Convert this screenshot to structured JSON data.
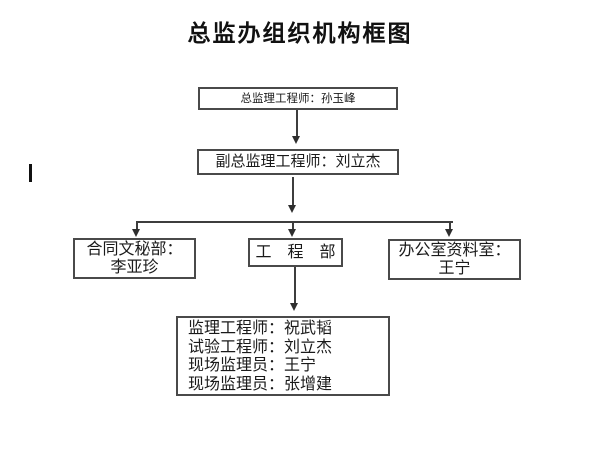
{
  "page": {
    "title": "总监办组织机构框图"
  },
  "nodes": {
    "chief": {
      "label": "总监理工程师：孙玉峰"
    },
    "deputy": {
      "label": "副总监理工程师：刘立杰"
    },
    "contract": {
      "dept": "合同文秘部：",
      "person": "李亚珍"
    },
    "engineering": {
      "label": "工　程　部"
    },
    "office": {
      "dept": "办公室资料室：",
      "person": "王宁"
    },
    "staff": {
      "lines": [
        "监理工程师：祝武韬",
        "试验工程师：刘立杰",
        "现场监理员：王宁",
        "现场监理员：张增建"
      ]
    }
  },
  "colors": {
    "box_border": "#4a4a4a",
    "connector": "#3d3d3d",
    "text": "#1a1a1a",
    "background": "#ffffff"
  }
}
